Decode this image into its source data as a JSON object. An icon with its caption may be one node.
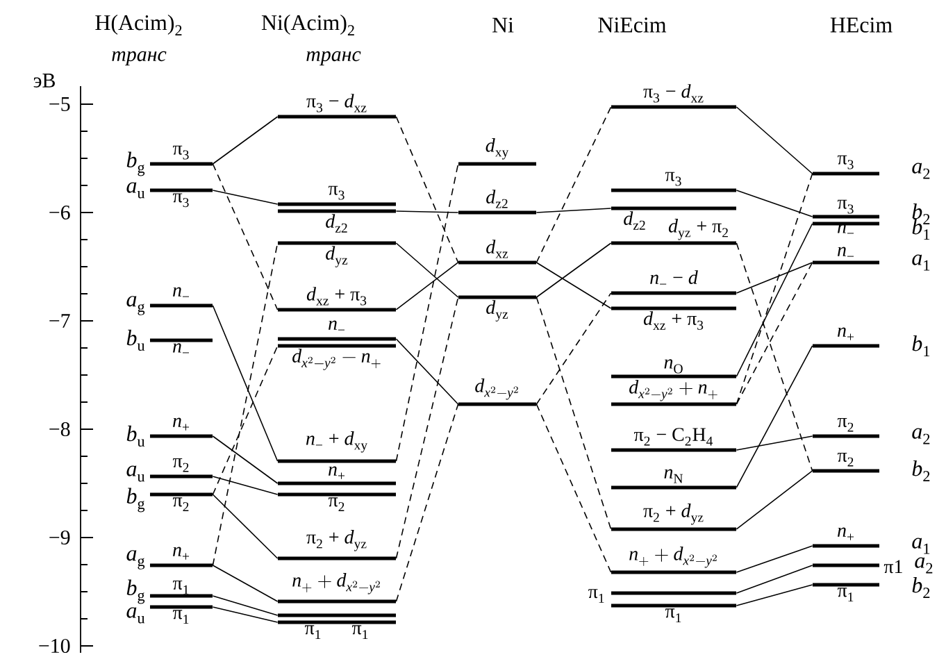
{
  "diagram": {
    "nodes": [
      {
        "text": [
          "π$_{3}$"
        ],
        "beside": [
          "*b*$_{g}$"
        ]
      },
      {
        "text": [
          "π$_{3}$"
        ],
        "beside": [
          "*a*$_{u}$"
        ]
      },
      {
        "text": [
          "*n*$_{−}$"
        ],
        "beside": [
          "*a*$_{g}$"
        ]
      },
      {
        "text": [
          "*n*$_{−}$"
        ],
        "beside": [
          "*b*$_{u}$"
        ]
      },
      {
        "text": [
          "*n*$_{+}$"
        ],
        "beside": [
          "*b*$_{u}$"
        ]
      },
      {
        "text": [
          "π$_{2}$"
        ],
        "beside": [
          "*a*$_{u}$"
        ]
      },
      {
        "text": [
          "π$_{2}$"
        ],
        "beside": [
          "*b*$_{g}$"
        ]
      },
      {
        "text": [
          "*n*$_{+}$"
        ],
        "beside": [
          "*a*$_{g}$"
        ]
      },
      {
        "text": [
          "π$_{1}$"
        ],
        "beside": [
          "*b*$_{g}$"
        ]
      },
      {
        "text": [
          "π$_{1}$"
        ],
        "beside": [
          "*a*$_{u}$"
        ]
      },
      {
        "text": [
          "π$_{3}$ − *d*$_{xz}$"
        ]
      },
      {
        "text": [
          "π$_{3}$"
        ]
      },
      {
        "text": [
          "*d*$_{z2}$"
        ]
      },
      {
        "text": [
          "*d*$_{yz}$"
        ]
      },
      {
        "text": [
          "*d*$_{xz}$ + π$_{3}$"
        ]
      },
      {
        "text": [
          "*n*$_{−}$"
        ]
      },
      {
        "text": [
          "\\mathit{d}_{\\mathit{x}^{2}-\\mathit{y}^{2}} - \\mathit{n}_{+}"
        ]
      },
      {
        "text": [
          "*n*$_{−}$ + *d*$_{xy}$"
        ]
      },
      {
        "text": [
          "*n*$_{+}$"
        ]
      },
      {
        "text": [
          "π$_{2}$"
        ]
      },
      {
        "text": [
          "π$_{2}$ + *d*$_{yz}$"
        ]
      },
      {
        "text": [
          "\\mathit{n}_{+} + \\mathit{d}_{\\mathit{x}^{2}-\\mathit{y}^{2}}"
        ]
      },
      {
        "text": [
          "π$_{1}$"
        ]
      },
      {
        "text": [
          "π$_{1}$"
        ]
      },
      {
        "text": [
          "*d*$_{xy}$"
        ]
      },
      {
        "text": [
          "*d*$_{z2}$"
        ]
      },
      {
        "text": [
          "*d*$_{xz}$"
        ]
      },
      {
        "text": [
          "*d*$_{yz}$"
        ]
      },
      {
        "text": [
          "\\mathit{d}_{\\mathit{x}^{2}-\\mathit{y}^{2}}"
        ]
      },
      {
        "text": [
          "π$_{3}$ − *d*$_{xz}$"
        ]
      },
      {
        "text": [
          "π$_{3}$"
        ]
      },
      {
        "text": [
          "*d*$_{z2}$"
        ]
      },
      {
        "text": [
          "*d*$_{yz}$ + π$_{2}$"
        ]
      },
      {
        "text": [
          "*n*$_{−}$ − *d*"
        ]
      },
      {
        "text": [
          "*d*$_{xz}$ + π$_{3}$"
        ]
      },
      {
        "text": [
          "*n*$_{O}$"
        ]
      },
      {
        "text": [
          "\\mathit{d}_{\\mathit{x}^{2}-\\mathit{y}^{2}} + \\mathit{n}_{+}"
        ]
      },
      {
        "text": [
          "π$_{2}$ − C$_{2}$H$_{4}$"
        ]
      },
      {
        "text": [
          "*n*$_{N}$"
        ]
      },
      {
        "text": [
          "π$_{2}$ + *d*$_{yz}$"
        ]
      },
      {
        "text": [
          "\\mathit{n}_{+} + \\mathit{d}_{\\mathit{x}^{2}-\\mathit{y}^{2}}"
        ]
      },
      {
        "text": [
          "π$_{1}$"
        ]
      },
      {
        "text": [
          "π$_{1}$"
        ]
      },
      {
        "text": [
          "π$_{3}$"
        ],
        "beside": [
          "*a*$_{2}$"
        ]
      },
      {
        "text": [
          "π$_{3}$"
        ],
        "beside": [
          "*b*$_{2}$"
        ]
      },
      {
        "text": [
          "*n*$_{−}$"
        ],
        "beside": [
          "*b*$_{1}$"
        ]
      },
      {
        "text": [
          "*n*$_{−}$"
        ],
        "beside": [
          "*a*$_{1}$"
        ]
      },
      {
        "text": [
          "*n*$_{+}$"
        ],
        "beside": [
          "*b*$_{1}$"
        ]
      },
      {
        "text": [
          "π$_{2}$"
        ],
        "beside": [
          "*a*$_{2}$"
        ]
      },
      {
        "text": [
          "π$_{2}$"
        ],
        "beside": [
          "*b*$_{2}$"
        ]
      },
      {
        "text": [
          "*n*$_{+}$"
        ],
        "beside": [
          "*a*$_{1}$"
        ]
      },
      {
        "text": [
          "π1"
        ],
        "beside": [
          "*a*$_{2}$"
        ]
      },
      {
        "text": [
          "π$_{1}$"
        ],
        "beside": [
          "*b*$_{2}$"
        ]
      }
    ],
    "edges": [
      {
        "from": 0,
        "to": 10,
        "arrow": "none"
      },
      {
        "from": 1,
        "to": 11,
        "arrow": "none"
      },
      {
        "from": 2,
        "to": 17,
        "arrow": "none"
      },
      {
        "from": 4,
        "to": 18,
        "arrow": "none"
      },
      {
        "from": 5,
        "to": 19,
        "arrow": "none"
      },
      {
        "from": 6,
        "to": 20,
        "arrow": "none"
      },
      {
        "from": 7,
        "to": 21,
        "arrow": "none"
      },
      {
        "from": 8,
        "to": 22,
        "arrow": "none"
      },
      {
        "from": 9,
        "to": 23,
        "arrow": "none"
      },
      {
        "from": 0,
        "to": 14,
        "arrow": "none",
        "style": "dashed"
      },
      {
        "from": 7,
        "to": 13,
        "arrow": "none",
        "style": "dashed"
      },
      {
        "from": 6,
        "to": 16,
        "arrow": "none",
        "style": "dashed"
      },
      {
        "from": 12,
        "to": 25,
        "arrow": "none"
      },
      {
        "from": 13,
        "to": 27,
        "arrow": "none"
      },
      {
        "from": 14,
        "to": 26,
        "arrow": "none"
      },
      {
        "from": 15,
        "to": 28,
        "arrow": "none"
      },
      {
        "from": 10,
        "to": 26,
        "arrow": "none",
        "style": "dashed"
      },
      {
        "from": 17,
        "to": 24,
        "arrow": "none",
        "style": "dashed"
      },
      {
        "from": 20,
        "to": 27,
        "arrow": "none",
        "style": "dashed"
      },
      {
        "from": 21,
        "to": 28,
        "arrow": "none",
        "style": "dashed"
      },
      {
        "from": 25,
        "to": 31,
        "arrow": "none"
      },
      {
        "from": 26,
        "to": 34,
        "arrow": "none"
      },
      {
        "from": 27,
        "to": 32,
        "arrow": "none"
      },
      {
        "from": 26,
        "to": 29,
        "arrow": "none",
        "style": "dashed"
      },
      {
        "from": 27,
        "to": 39,
        "arrow": "none",
        "style": "dashed"
      },
      {
        "from": 28,
        "to": 33,
        "arrow": "none",
        "style": "dashed"
      },
      {
        "from": 28,
        "to": 40,
        "arrow": "none",
        "style": "dashed"
      },
      {
        "from": 29,
        "to": 43,
        "arrow": "none"
      },
      {
        "from": 30,
        "to": 44,
        "arrow": "none"
      },
      {
        "from": 35,
        "to": 45,
        "arrow": "none"
      },
      {
        "from": 33,
        "to": 46,
        "arrow": "none"
      },
      {
        "from": 37,
        "to": 48,
        "arrow": "none"
      },
      {
        "from": 38,
        "to": 47,
        "arrow": "none"
      },
      {
        "from": 39,
        "to": 49,
        "arrow": "none"
      },
      {
        "from": 40,
        "to": 50,
        "arrow": "none"
      },
      {
        "from": 41,
        "to": 51,
        "arrow": "none"
      },
      {
        "from": 42,
        "to": 52,
        "arrow": "none"
      },
      {
        "from": 36,
        "to": 43,
        "arrow": "none",
        "style": "dashed"
      },
      {
        "from": 36,
        "to": 46,
        "arrow": "none",
        "style": "dashed"
      },
      {
        "from": 32,
        "to": 49,
        "arrow": "none",
        "style": "dashed"
      }
    ],
    "labels": [
      "H(Acim)$_{2}$",
      "Ni(Acim)$_{2}$",
      "Ni",
      "NiEcim",
      "HEcim",
      "транс",
      "транс",
      "эВ",
      "−5",
      "−6",
      "−7",
      "−8",
      "−9",
      "−10"
    ]
  }
}
